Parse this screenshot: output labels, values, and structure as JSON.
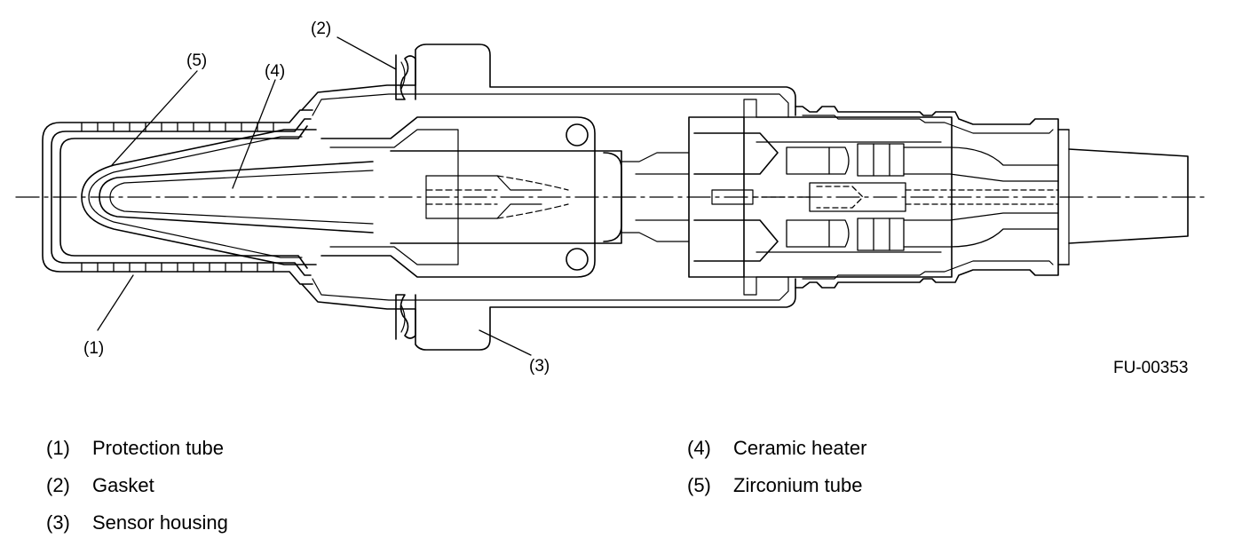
{
  "diagram": {
    "callouts": {
      "c1": "(1)",
      "c2": "(2)",
      "c3": "(3)",
      "c4": "(4)",
      "c5": "(5)"
    },
    "figure_id": "FU-00353"
  },
  "legend": [
    {
      "num": "(1)",
      "label": "Protection tube"
    },
    {
      "num": "(2)",
      "label": "Gasket"
    },
    {
      "num": "(3)",
      "label": "Sensor housing"
    },
    {
      "num": "(4)",
      "label": "Ceramic heater"
    },
    {
      "num": "(5)",
      "label": "Zirconium tube"
    }
  ]
}
